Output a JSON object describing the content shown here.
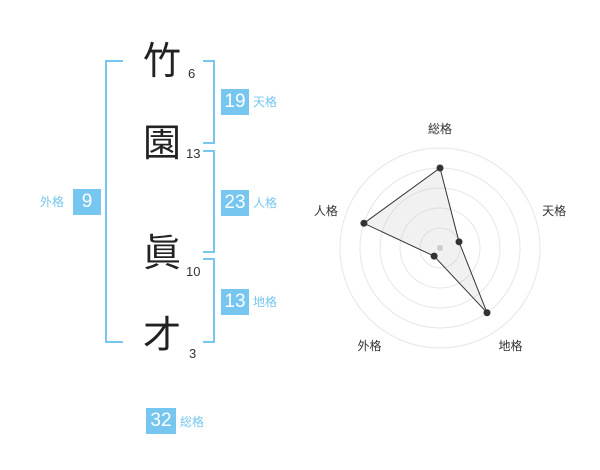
{
  "name": {
    "chars": [
      {
        "char": "竹",
        "strokes": "6"
      },
      {
        "char": "園",
        "strokes": "13"
      },
      {
        "char": "眞",
        "strokes": "10"
      },
      {
        "char": "才",
        "strokes": "3"
      }
    ]
  },
  "fortunes": {
    "tenkaku": {
      "value": "19",
      "label": "天格"
    },
    "jinkaku": {
      "value": "23",
      "label": "人格"
    },
    "chikaku": {
      "value": "13",
      "label": "地格"
    },
    "gaikaku": {
      "value": "9",
      "label": "外格"
    },
    "soukaku": {
      "value": "32",
      "label": "総格"
    }
  },
  "colors": {
    "accent": "#76c6ef",
    "line": "#333333",
    "ring": "#e6e6e6"
  },
  "chart_data": {
    "type": "radar",
    "axes": [
      "総格",
      "天格",
      "地格",
      "外格",
      "人格"
    ],
    "values": [
      4,
      1,
      4,
      0.5,
      4
    ],
    "rlim": [
      0,
      5
    ],
    "rings": 5
  }
}
